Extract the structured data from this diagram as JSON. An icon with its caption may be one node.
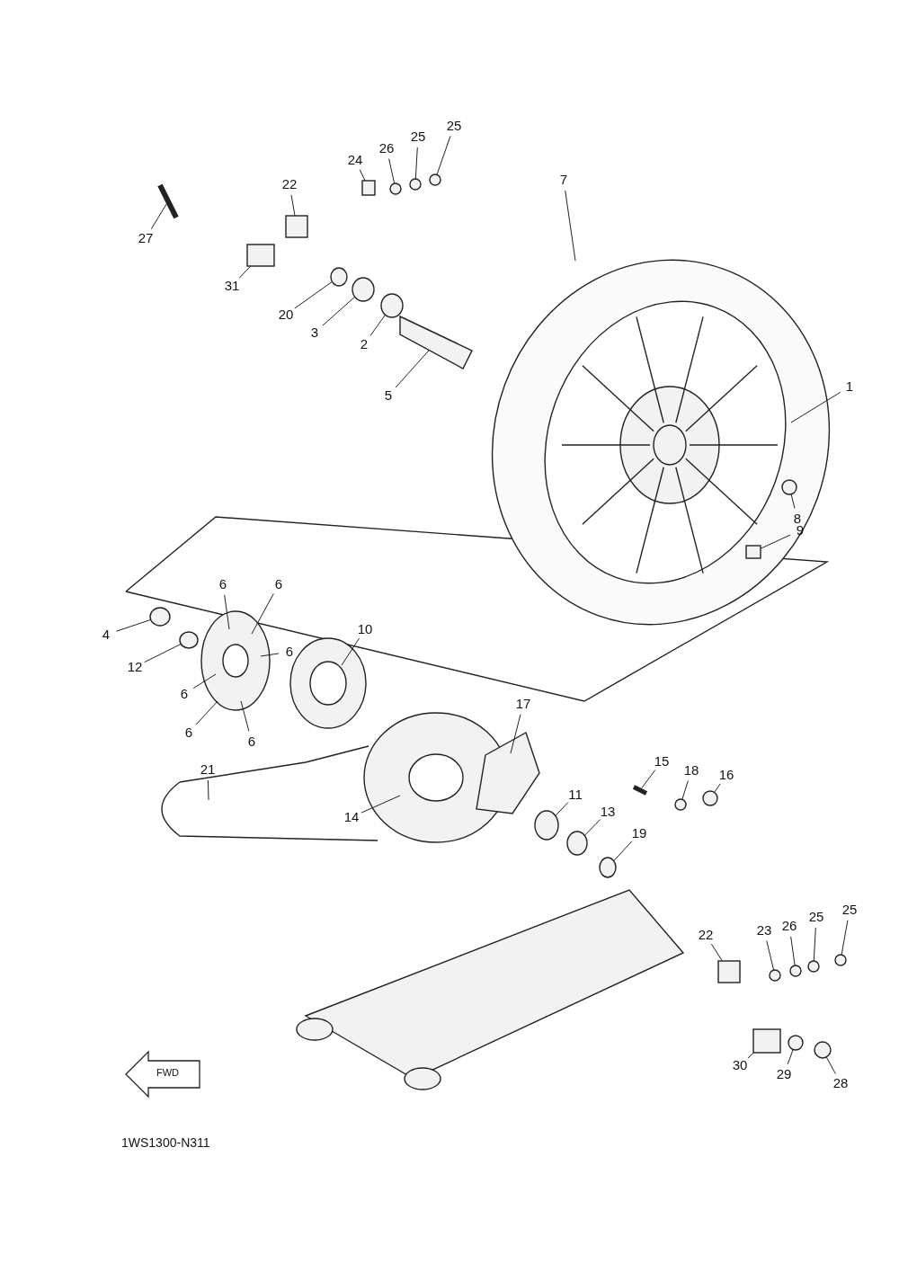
{
  "diagram": {
    "nodes": [
      {
        "text": [
          "27"
        ]
      },
      {
        "text": [
          "31"
        ]
      },
      {
        "text": [
          "22"
        ]
      },
      {
        "text": [
          "24"
        ]
      },
      {
        "text": [
          "26"
        ]
      },
      {
        "text": [
          "25"
        ]
      },
      {
        "text": [
          "25"
        ]
      },
      {
        "text": [
          "20"
        ]
      },
      {
        "text": [
          "3"
        ]
      },
      {
        "text": [
          "2"
        ]
      },
      {
        "text": [
          "5"
        ]
      },
      {
        "text": [
          "7"
        ]
      },
      {
        "text": [
          "1"
        ]
      },
      {
        "text": [
          "8"
        ]
      },
      {
        "text": [
          "9"
        ]
      },
      {
        "text": [
          "4"
        ]
      },
      {
        "text": [
          "12"
        ]
      },
      {
        "text": [
          "6"
        ]
      },
      {
        "text": [
          "6"
        ]
      },
      {
        "text": [
          "6"
        ]
      },
      {
        "text": [
          "6"
        ]
      },
      {
        "text": [
          "6"
        ]
      },
      {
        "text": [
          "6"
        ]
      },
      {
        "text": [
          "10"
        ]
      },
      {
        "text": [
          "17"
        ]
      },
      {
        "text": [
          "15"
        ]
      },
      {
        "text": [
          "18"
        ]
      },
      {
        "text": [
          "16"
        ]
      },
      {
        "text": [
          "11"
        ]
      },
      {
        "text": [
          "13"
        ]
      },
      {
        "text": [
          "19"
        ]
      },
      {
        "text": [
          "14"
        ]
      },
      {
        "text": [
          "21"
        ]
      },
      {
        "text": [
          "22"
        ]
      },
      {
        "text": [
          "23"
        ]
      },
      {
        "text": [
          "26"
        ]
      },
      {
        "text": [
          "25"
        ]
      },
      {
        "text": [
          "25"
        ]
      },
      {
        "text": [
          "30"
        ]
      },
      {
        "text": [
          "29"
        ]
      },
      {
        "text": [
          "28"
        ]
      },
      {
        "text": [],
        "shape": "bar"
      },
      {
        "text": [],
        "shape": "box"
      },
      {
        "text": [],
        "shape": "box"
      },
      {
        "text": [],
        "shape": "box"
      },
      {
        "text": [],
        "shape": "circle"
      },
      {
        "text": [],
        "shape": "circle"
      },
      {
        "text": [],
        "shape": "circle"
      },
      {
        "text": [],
        "shape": "circle"
      },
      {
        "text": [],
        "shape": "circle"
      },
      {
        "text": [],
        "shape": "circle"
      },
      {
        "text": [],
        "shape": "cylinder"
      },
      {
        "text": [],
        "shape": "circle"
      },
      {
        "text": [],
        "shape": "box"
      },
      {
        "text": [],
        "shape": "circle"
      },
      {
        "text": [],
        "shape": "circle"
      },
      {
        "text": [],
        "shape": "bar"
      },
      {
        "text": [],
        "shape": "circle"
      },
      {
        "text": [],
        "shape": "circle"
      },
      {
        "text": [],
        "shape": "circle"
      },
      {
        "text": [],
        "shape": "circle"
      },
      {
        "text": [],
        "shape": "circle"
      },
      {
        "text": [],
        "shape": "box"
      },
      {
        "text": [],
        "shape": "circle"
      },
      {
        "text": [],
        "shape": "circle"
      },
      {
        "text": [],
        "shape": "circle"
      },
      {
        "text": [],
        "shape": "circle"
      },
      {
        "text": [],
        "shape": "box"
      },
      {
        "text": [],
        "shape": "circle"
      },
      {
        "text": [],
        "shape": "circle"
      }
    ],
    "edges": [
      {
        "from": 0,
        "to": 41,
        "arrow": "none"
      },
      {
        "from": 1,
        "to": 42,
        "arrow": "none"
      },
      {
        "from": 2,
        "to": 43,
        "arrow": "none"
      },
      {
        "from": 3,
        "to": 44,
        "arrow": "none"
      },
      {
        "from": 4,
        "to": 45,
        "arrow": "none"
      },
      {
        "from": 5,
        "to": 46,
        "arrow": "none"
      },
      {
        "from": 6,
        "to": 47,
        "arrow": "none"
      },
      {
        "from": 7,
        "to": 48,
        "arrow": "none"
      },
      {
        "from": 8,
        "to": 49,
        "arrow": "none"
      },
      {
        "from": 9,
        "to": 50,
        "arrow": "none"
      },
      {
        "from": 10,
        "to": 51,
        "arrow": "none"
      },
      {
        "from": 11,
        "to": null,
        "arrow": "none"
      },
      {
        "from": 12,
        "to": null,
        "arrow": "none"
      },
      {
        "from": 13,
        "to": 52,
        "arrow": "none"
      },
      {
        "from": 14,
        "to": 53,
        "arrow": "none"
      },
      {
        "from": 15,
        "to": 54,
        "arrow": "none"
      },
      {
        "from": 16,
        "to": 55,
        "arrow": "none"
      },
      {
        "from": 17,
        "to": null,
        "arrow": "none"
      },
      {
        "from": 18,
        "to": null,
        "arrow": "none"
      },
      {
        "from": 19,
        "to": null,
        "arrow": "none"
      },
      {
        "from": 20,
        "to": null,
        "arrow": "none"
      },
      {
        "from": 21,
        "to": null,
        "arrow": "none"
      },
      {
        "from": 22,
        "to": null,
        "arrow": "none"
      },
      {
        "from": 23,
        "to": null,
        "arrow": "none"
      },
      {
        "from": 24,
        "to": null,
        "arrow": "none"
      },
      {
        "from": 25,
        "to": 56,
        "arrow": "none"
      },
      {
        "from": 26,
        "to": 57,
        "arrow": "none"
      },
      {
        "from": 27,
        "to": 58,
        "arrow": "none"
      },
      {
        "from": 28,
        "to": 59,
        "arrow": "none"
      },
      {
        "from": 29,
        "to": 60,
        "arrow": "none"
      },
      {
        "from": 30,
        "to": 61,
        "arrow": "none"
      },
      {
        "from": 31,
        "to": null,
        "arrow": "none"
      },
      {
        "from": 32,
        "to": null,
        "arrow": "none"
      },
      {
        "from": 33,
        "to": 62,
        "arrow": "none"
      },
      {
        "from": 34,
        "to": 63,
        "arrow": "none"
      },
      {
        "from": 35,
        "to": 64,
        "arrow": "none"
      },
      {
        "from": 36,
        "to": 65,
        "arrow": "none"
      },
      {
        "from": 37,
        "to": 66,
        "arrow": "none"
      },
      {
        "from": 38,
        "to": 67,
        "arrow": "none"
      },
      {
        "from": 39,
        "to": 68,
        "arrow": "none"
      },
      {
        "from": 40,
        "to": 69,
        "arrow": "none"
      }
    ],
    "labels": [
      "FWD",
      "1WS1300-N311"
    ]
  }
}
